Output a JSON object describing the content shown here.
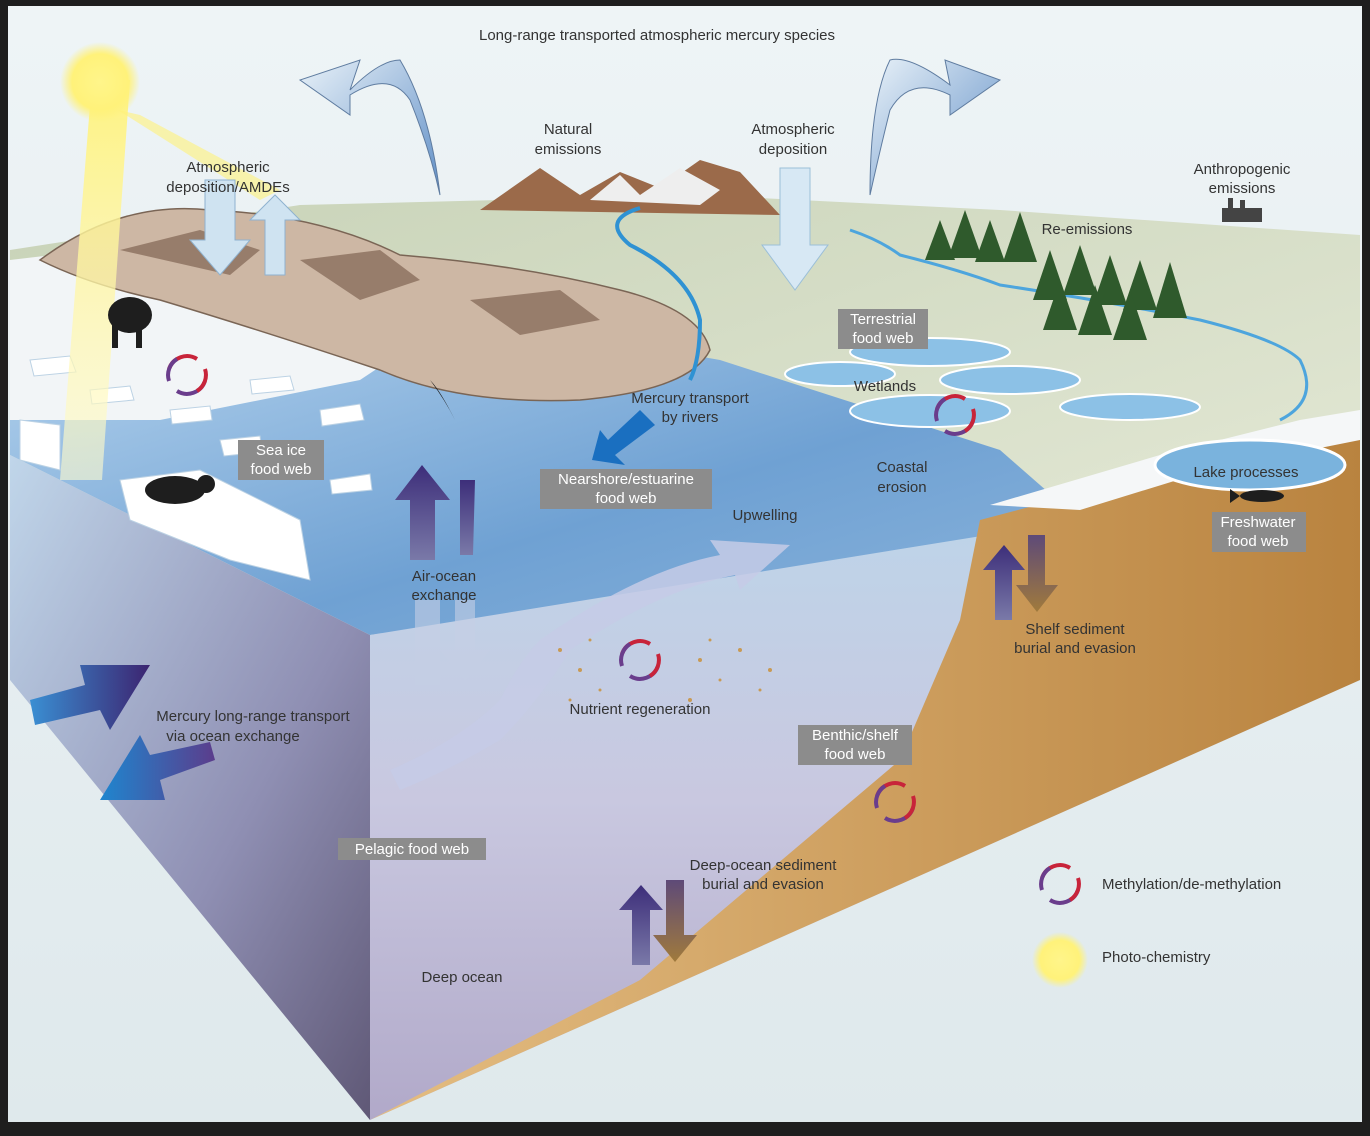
{
  "labels": {
    "long_range": "Long-range transported atmospheric mercury species",
    "natural_1": "Natural",
    "natural_2": "emissions",
    "atm_dep_1": "Atmospheric",
    "atm_dep_2": "deposition",
    "atm_amde_1": "Atmospheric",
    "atm_amde_2": "deposition/AMDEs",
    "anthro_1": "Anthropogenic",
    "anthro_2": "emissions",
    "reemissions": "Re-emissions",
    "terrestrial_1": "Terrestrial",
    "terrestrial_2": "food web",
    "wetlands": "Wetlands",
    "merc_rivers_1": "Mercury transport",
    "merc_rivers_2": "by rivers",
    "sea_ice_1": "Sea ice",
    "sea_ice_2": "food web",
    "nearshore_1": "Nearshore/estuarine",
    "nearshore_2": "food web",
    "coastal_1": "Coastal",
    "coastal_2": "erosion",
    "lake": "Lake processes",
    "freshwater_1": "Freshwater",
    "freshwater_2": "food web",
    "upwelling": "Upwelling",
    "air_ocean_1": "Air-ocean",
    "air_ocean_2": "exchange",
    "shelf_1": "Shelf sediment",
    "shelf_2": "burial and evasion",
    "ocean_transport_1": "Mercury long-range transport",
    "ocean_transport_2": "via ocean exchange",
    "nutrient": "Nutrient regeneration",
    "benthic_1": "Benthic/shelf",
    "benthic_2": "food web",
    "pelagic": "Pelagic food web",
    "deep_sed_1": "Deep-ocean sediment",
    "deep_sed_2": "burial and evasion",
    "deep_ocean": "Deep ocean"
  },
  "legend": {
    "methylation": "Methylation/de-methylation",
    "photochem": "Photo-chemistry"
  },
  "colors": {
    "methyl_red": "#c8243a",
    "methyl_purple": "#6a3d8c",
    "sun": "#fff27a",
    "label_box": "#8c8c8c"
  }
}
